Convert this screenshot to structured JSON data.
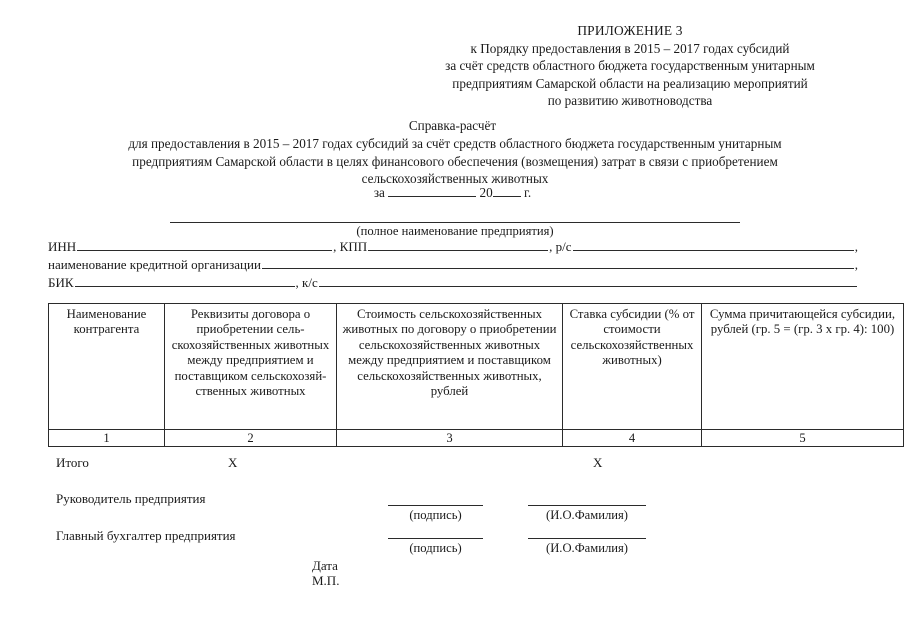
{
  "appendix": {
    "title": "ПРИЛОЖЕНИЕ 3",
    "line1": "к Порядку предоставления в 2015 – 2017 годах субсидий",
    "line2": "за счёт средств областного бюджета государственным унитарным",
    "line3": "предприятиям Самарской области на реализацию мероприятий",
    "line4": "по развитию животноводства"
  },
  "document": {
    "title": "Справка-расчёт",
    "sub_line1": "для предоставления в 2015 – 2017 годах субсидий за счёт средств областного бюджета государственным унитарным",
    "sub_line2": "предприятиям Самарской области в целях финансового обеспечения (возмещения) затрат в связи с приобретением",
    "sub_line3": "сельскохозяйственных животных",
    "period_prefix": "за",
    "period_year": "20",
    "period_suffix": "г."
  },
  "enterprise": {
    "caption": "(полное наименование предприятия)"
  },
  "requisites": {
    "inn_label": "ИНН",
    "kpp_label": ", КПП",
    "rs_label": ", р/с",
    "rs_trailing": ",",
    "org_label": "наименование кредитной организации",
    "org_trailing": ",",
    "bik_label": "БИК",
    "ks_label": ", к/с"
  },
  "table": {
    "headers": [
      "Наименование контрагента",
      "Реквизиты договора о приобретении сель­скохозяйственных жи­вотных между пред­приятием и поставщи­ком сельскохозяй­ственных животных",
      "Стоимость сельскохозяй­ственных животных по дого­вору о приобретении сельско­хозяйственных животных между предприятием и по­ставщиком сельскохозяй­ственных животных, рублей",
      "Ставка субсидии (% от стоимости сельскохозяй­ственных живот­ных)",
      "Сумма причитающейся субсидии, рублей (гр. 5 = (гр. 3 х гр. 4): 100)"
    ],
    "column_numbers": [
      "1",
      "2",
      "3",
      "4",
      "5"
    ]
  },
  "totals": {
    "label": "Итого",
    "mark_col2": "X",
    "mark_col4": "X"
  },
  "signatures": {
    "director_label": "Руководитель предприятия",
    "accountant_label": "Главный бухгалтер предприятия",
    "signature_caption": "(подпись)",
    "name_caption": "(И.О.Фамилия)",
    "date_label": "Дата",
    "stamp_label": "М.П."
  }
}
